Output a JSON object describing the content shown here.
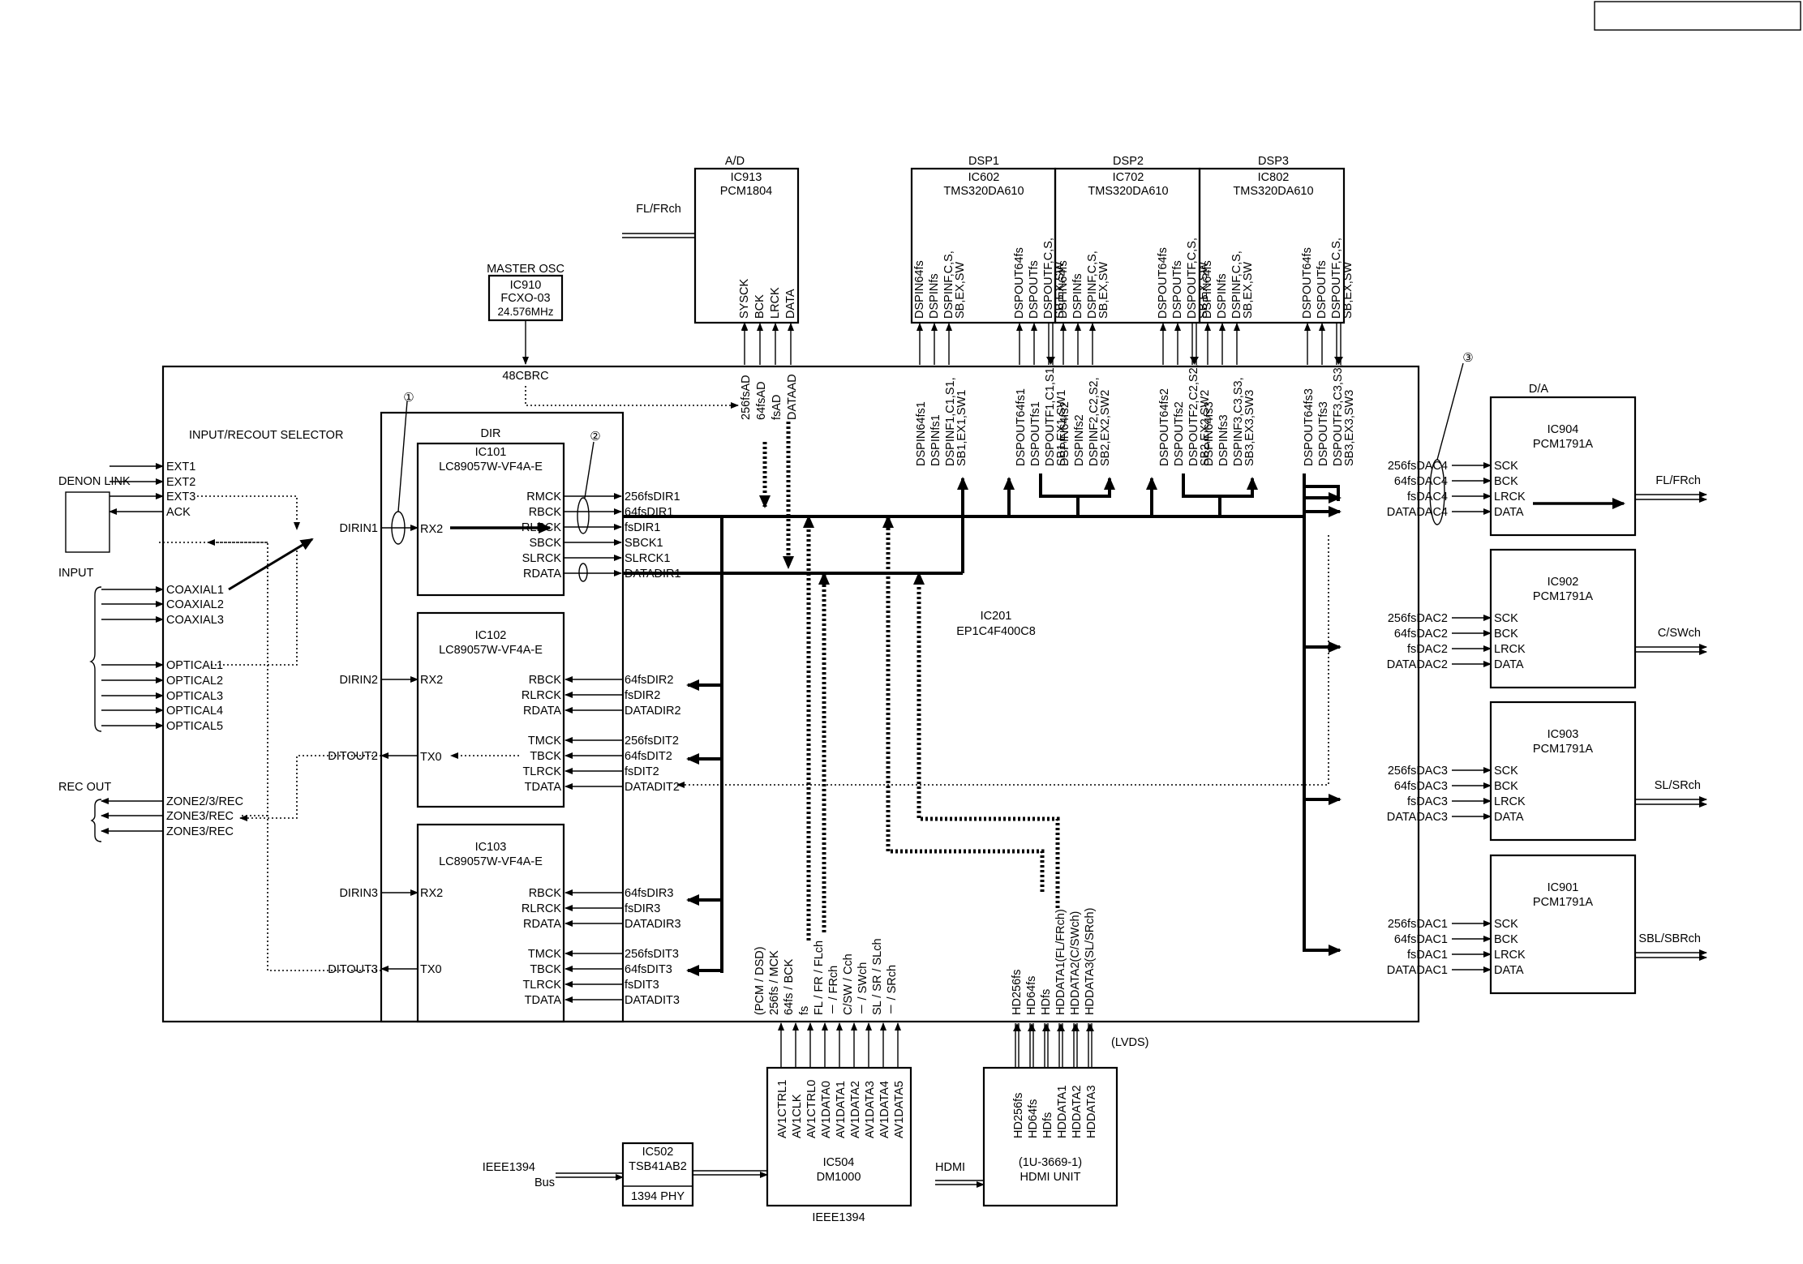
{
  "colors": {
    "line": "#000000",
    "background": "#ffffff"
  },
  "top_box": "",
  "master_osc": {
    "title": "MASTER OSC",
    "ic": "IC910",
    "part": "FCXO-03",
    "freq": "24.576MHz",
    "out": "48CBRC"
  },
  "ad": {
    "title": "A/D",
    "ic": "IC913",
    "part": "PCM1804",
    "input": "FL/FRch",
    "pins": [
      "SYSCK",
      "BCK",
      "LRCK",
      "DATA"
    ],
    "signals": [
      "256fsAD",
      "64fsAD",
      "fsAD",
      "DATAAD"
    ]
  },
  "dsps": [
    {
      "title": "DSP1",
      "ic": "IC602",
      "part": "TMS320DA610",
      "pins": [
        "DSPIN64fs",
        "DSPINfs",
        "DSPINF,C,S,",
        "SB,EX,SW",
        "DSPOUT64fs",
        "DSPOUTfs",
        "DSPOUTF,C,S,",
        "SB,EX,SW"
      ],
      "signals": [
        "DSPIN64fs1",
        "DSPINfs1",
        "DSPINF1,C1,S1,",
        "SB1,EX1,SW1",
        "DSPOUT64fs1",
        "DSPOUTfs1",
        "DSPOUTF1,C1,S1,",
        "SB1,EX1,SW1"
      ]
    },
    {
      "title": "DSP2",
      "ic": "IC702",
      "part": "TMS320DA610",
      "pins": [
        "DSPIN64fs",
        "DSPINfs",
        "DSPINF,C,S,",
        "SB,EX,SW",
        "DSPOUT64fs",
        "DSPOUTfs",
        "DSPOUTF,C,S,",
        "SB,EX,SW"
      ],
      "signals": [
        "DSPIN64fs2",
        "DSPINfs2",
        "DSPINF2,C2,S2,",
        "SB2,EX2,SW2",
        "DSPOUT64fs2",
        "DSPOUTfs2",
        "DSPOUTF2,C2,S2,",
        "SB2,EX2,SW2"
      ]
    },
    {
      "title": "DSP3",
      "ic": "IC802",
      "part": "TMS320DA610",
      "pins": [
        "DSPIN64fs",
        "DSPINfs",
        "DSPINF,C,S,",
        "SB,EX,SW",
        "DSPOUT64fs",
        "DSPOUTfs",
        "DSPOUTF,C,S,",
        "SB,EX,SW"
      ],
      "signals": [
        "DSPIN64fs3",
        "DSPINfs3",
        "DSPINF3,C3,S3,",
        "SB3,EX3,SW3",
        "DSPOUT64fs3",
        "DSPOUTfs3",
        "DSPOUTF3,C3,S3,",
        "SB3,EX3,SW3"
      ]
    }
  ],
  "selector": {
    "title": "INPUT/RECOUT SELECTOR",
    "denon_link": "DENON LINK",
    "input_label": "INPUT",
    "rec_out_label": "REC OUT",
    "link_ports": [
      "EXT1",
      "EXT2",
      "EXT3",
      "ACK"
    ],
    "coaxial": [
      "COAXIAL1",
      "COAXIAL2",
      "COAXIAL3"
    ],
    "optical": [
      "OPTICAL1",
      "OPTICAL2",
      "OPTICAL3",
      "OPTICAL4",
      "OPTICAL5"
    ],
    "zones": [
      "ZONE2/3/REC",
      "ZONE3/REC",
      "ZONE3/REC"
    ],
    "dir_ports": [
      "DIRIN1",
      "DIRIN2",
      "DITOUT2",
      "DIRIN3",
      "DITOUT3"
    ]
  },
  "dir": {
    "title": "DIR",
    "ic101": {
      "ic": "IC101",
      "part": "LC89057W-VF4A-E",
      "rx": "RX2",
      "pins": [
        "RMCK",
        "RBCK",
        "RLRCK",
        "SBCK",
        "SLRCK",
        "RDATA"
      ],
      "signals": [
        "256fsDIR1",
        "64fsDIR1",
        "fsDIR1",
        "SBCK1",
        "SLRCK1",
        "DATADIR1"
      ]
    },
    "ic102": {
      "ic": "IC102",
      "part": "LC89057W-VF4A-E",
      "rx": "RX2",
      "tx": "TX0",
      "pins": [
        "RBCK",
        "RLRCK",
        "RDATA",
        "TMCK",
        "TBCK",
        "TLRCK",
        "TDATA"
      ],
      "signals": [
        "64fsDIR2",
        "fsDIR2",
        "DATADIR2",
        "256fsDIT2",
        "64fsDIT2",
        "fsDIT2",
        "DATADIT2"
      ]
    },
    "ic103": {
      "ic": "IC103",
      "part": "LC89057W-VF4A-E",
      "rx": "RX2",
      "tx": "TX0",
      "pins": [
        "RBCK",
        "RLRCK",
        "RDATA",
        "TMCK",
        "TBCK",
        "TLRCK",
        "TDATA"
      ],
      "signals": [
        "64fsDIR3",
        "fsDIR3",
        "DATADIR3",
        "256fsDIT3",
        "64fsDIT3",
        "fsDIT3",
        "DATADIT3"
      ]
    }
  },
  "fpga": {
    "ic": "IC201",
    "part": "EP1C4F400C8"
  },
  "markers": [
    "①",
    "②",
    "③"
  ],
  "dac": {
    "title": "D/A",
    "units": [
      {
        "ic": "IC904",
        "part": "PCM1791A",
        "out": "FL/FRch",
        "signals": [
          "256fsDAC4",
          "64fsDAC4",
          "fsDAC4",
          "DATADAC4"
        ]
      },
      {
        "ic": "IC902",
        "part": "PCM1791A",
        "out": "C/SWch",
        "signals": [
          "256fsDAC2",
          "64fsDAC2",
          "fsDAC2",
          "DATADAC2"
        ]
      },
      {
        "ic": "IC903",
        "part": "PCM1791A",
        "out": "SL/SRch",
        "signals": [
          "256fsDAC3",
          "64fsDAC3",
          "fsDAC3",
          "DATADAC3"
        ]
      },
      {
        "ic": "IC901",
        "part": "PCM1791A",
        "out": "SBL/SBRch",
        "signals": [
          "256fsDAC1",
          "64fsDAC1",
          "fsDAC1",
          "DATADAC1"
        ]
      }
    ],
    "pins": [
      "SCK",
      "BCK",
      "LRCK",
      "DATA"
    ]
  },
  "ieee": {
    "phy": {
      "ic": "IC502",
      "part": "TSB41AB2",
      "sub": "1394 PHY",
      "in1": "IEEE1394",
      "in2": "Bus"
    },
    "link": {
      "ic": "IC504",
      "part": "DM1000",
      "caption": "IEEE1394",
      "pins": [
        "AV1CTRL1",
        "AV1CLK",
        "AV1CTRL0",
        "AV1DATA0",
        "AV1DATA1",
        "AV1DATA2",
        "AV1DATA3",
        "AV1DATA4",
        "AV1DATA5"
      ]
    },
    "signals": [
      "(PCM / DSD)",
      "256fs / MCK",
      "64fs / BCK",
      "fs",
      "FL / FR / FLch",
      "－ / FRch",
      "C/SW / Cch",
      "－ / SWch",
      "SL / SR / SLch",
      "－ / SRch"
    ]
  },
  "hdmi": {
    "unit": "HDMI UNIT",
    "part": "(1U-3669-1)",
    "input": "HDMI",
    "lvds": "(LVDS)",
    "pins": [
      "HD256fs",
      "HD64fs",
      "HDfs",
      "HDDATA1",
      "HDDATA2",
      "HDDATA3"
    ],
    "signals": [
      "HD256fs",
      "HD64fs",
      "HDfs",
      "HDDATA1(FL/FRch)",
      "HDDATA2(C/SWch)",
      "HDDATA3(SL/SRch)"
    ]
  }
}
